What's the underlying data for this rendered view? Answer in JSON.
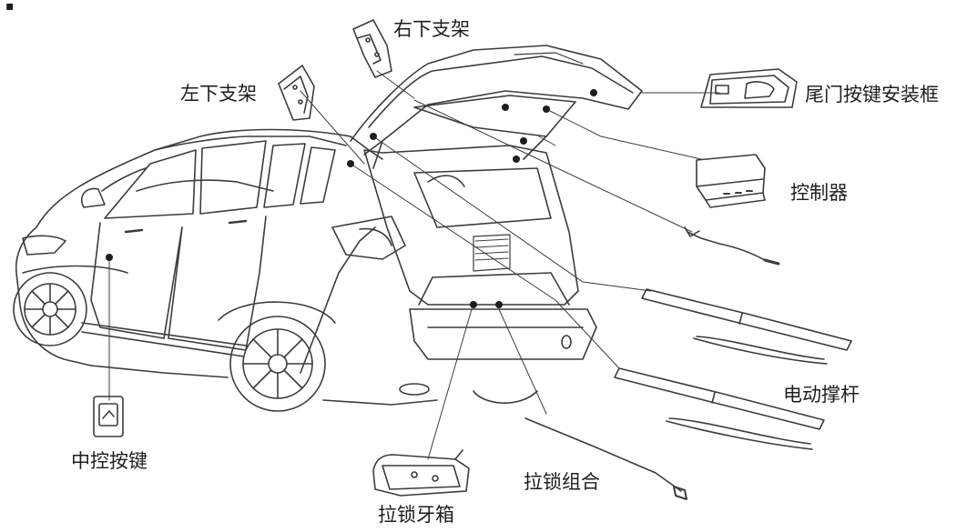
{
  "corner_mark": "▪",
  "labels": {
    "right_lower_bracket": "右下支架",
    "left_lower_bracket": "左下支架",
    "tailgate_button_frame": "尾门按键安装框",
    "controller": "控制器",
    "power_strut": "电动撑杆",
    "center_console_button": "中控按键",
    "latch_assembly": "拉锁组合",
    "latch_gearbox": "拉锁牙箱"
  },
  "colors": {
    "line": "#3c3c3c",
    "text": "#1e1e1e",
    "background": "#ffffff"
  }
}
